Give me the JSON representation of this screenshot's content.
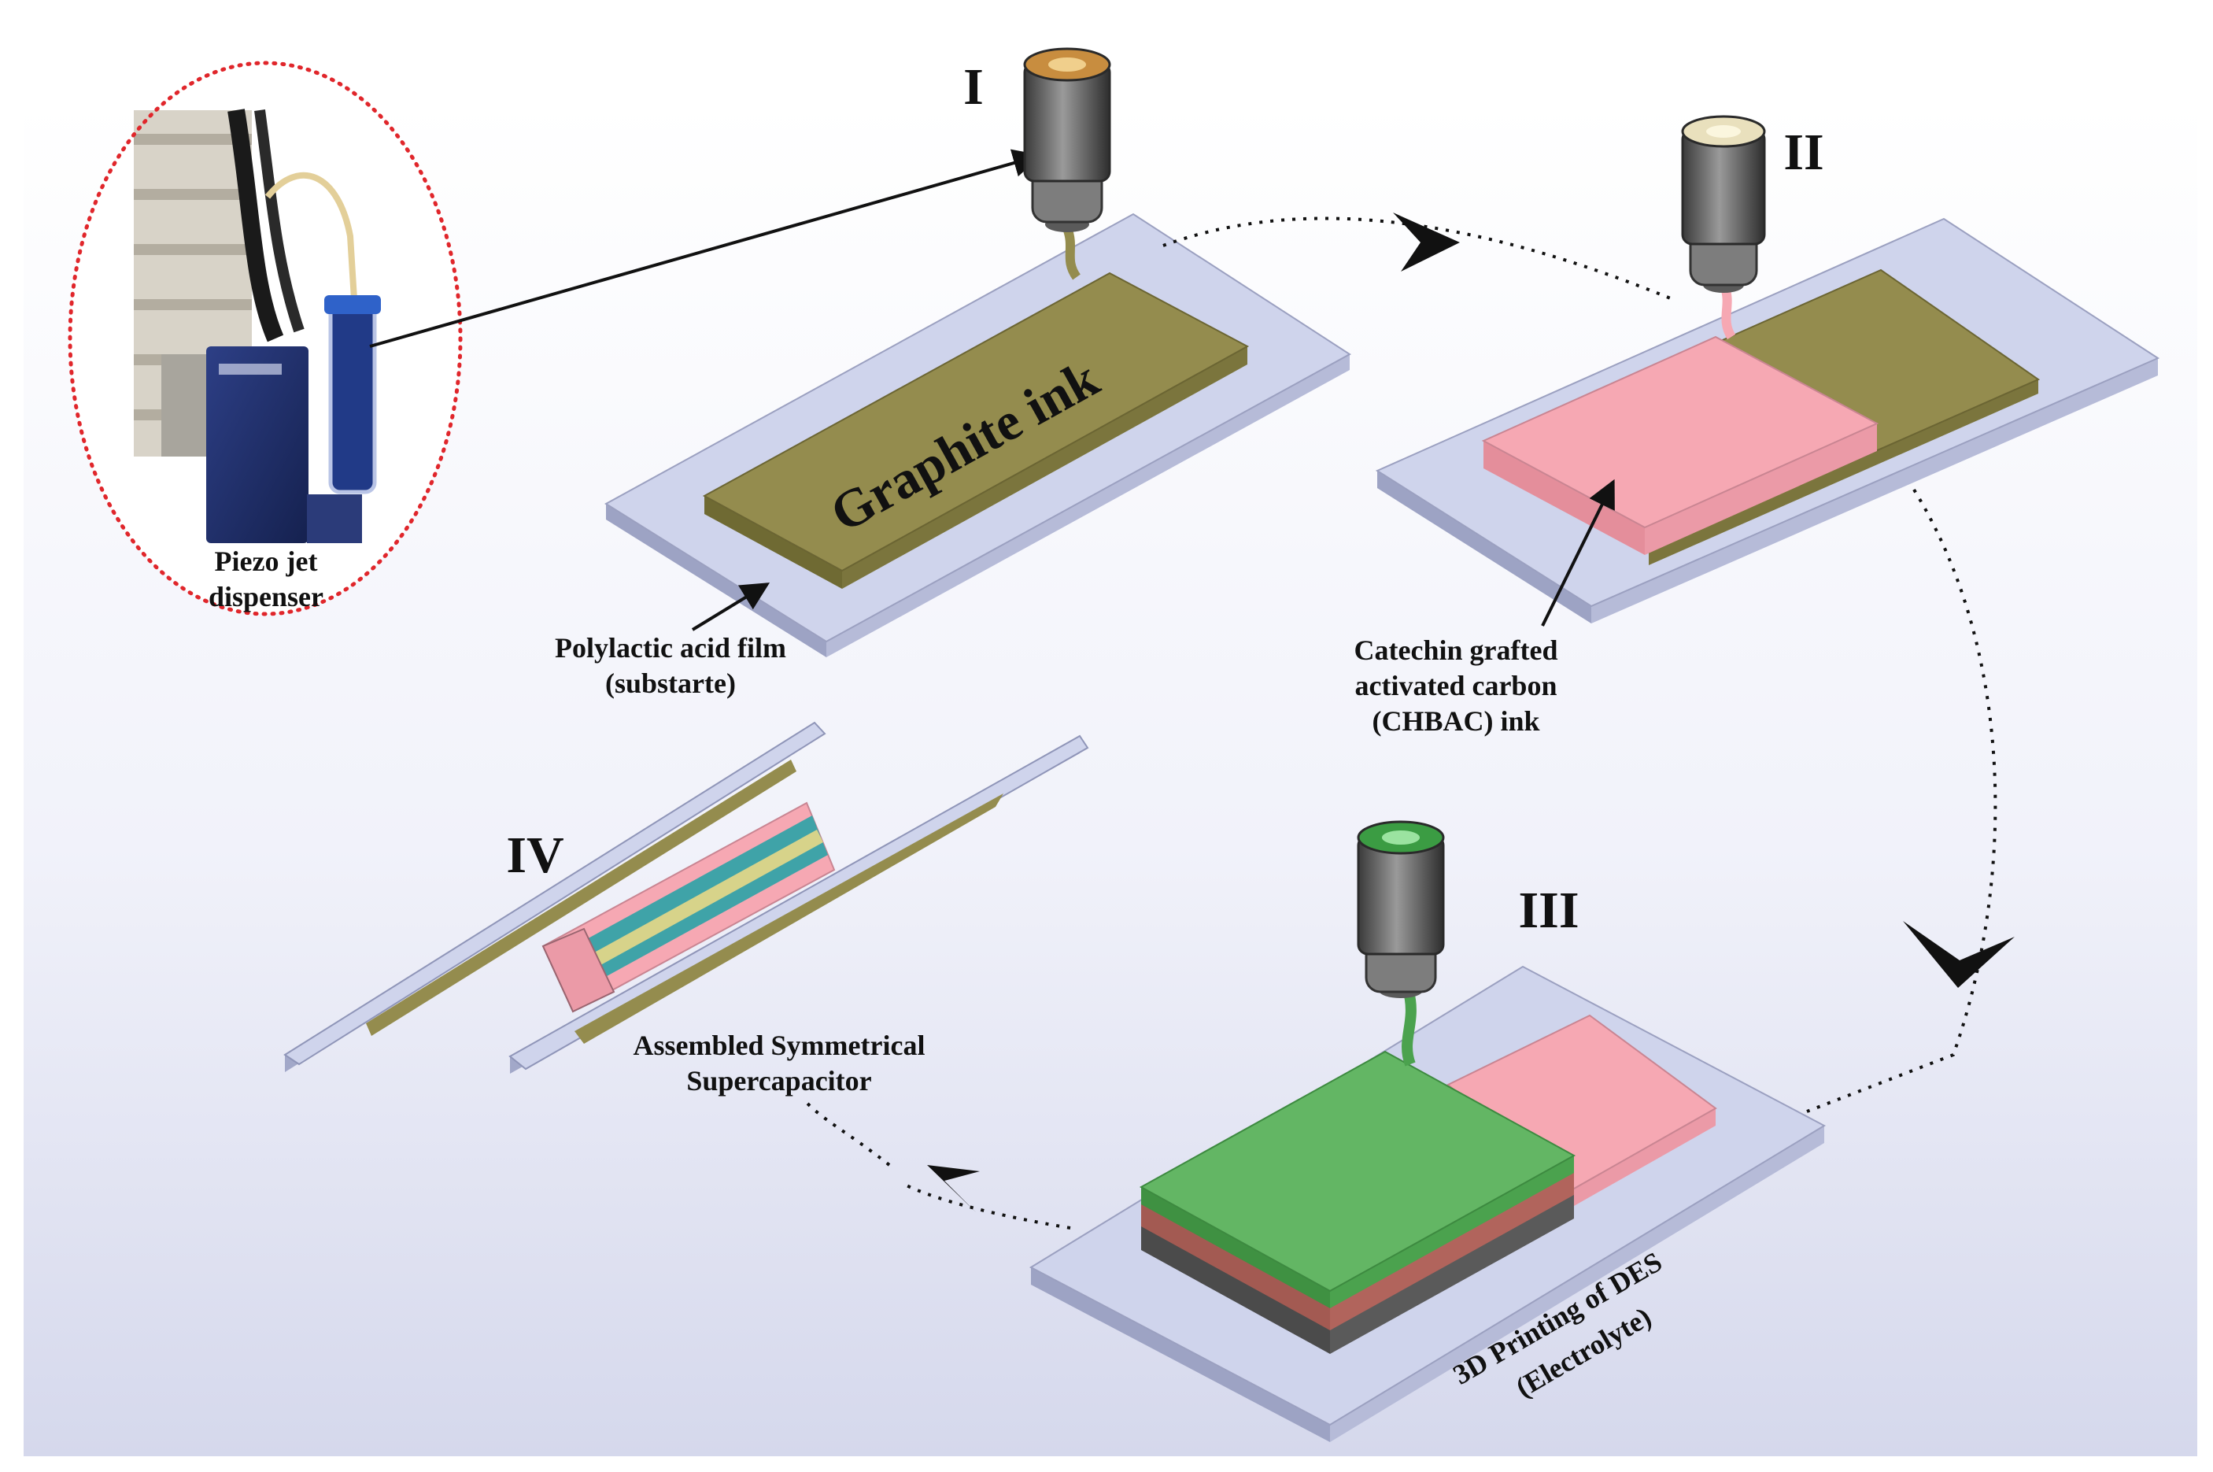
{
  "stages": {
    "stage1": {
      "numeral": "I",
      "film_label": "Graphite ink"
    },
    "stage2": {
      "numeral": "II"
    },
    "stage3": {
      "numeral": "III"
    },
    "stage4": {
      "numeral": "IV"
    }
  },
  "labels": {
    "dispenser": [
      "Piezo jet",
      "dispenser"
    ],
    "substrate": [
      "Polylactic acid film",
      "(substarte)"
    ],
    "chbac": [
      "Catechin grafted",
      "activated carbon",
      "(CHBAC) ink"
    ],
    "des": [
      "3D Printing of DES",
      "(Electrolyte)"
    ],
    "assembled": [
      "Assembled Symmetrical",
      "Supercapacitor"
    ]
  },
  "colors": {
    "substrate": "#cfd4ec",
    "graphite": "#948c4e",
    "chbac": "#f6a8b3",
    "des": "#63b664",
    "dispenser_ring": "#e0262b"
  }
}
